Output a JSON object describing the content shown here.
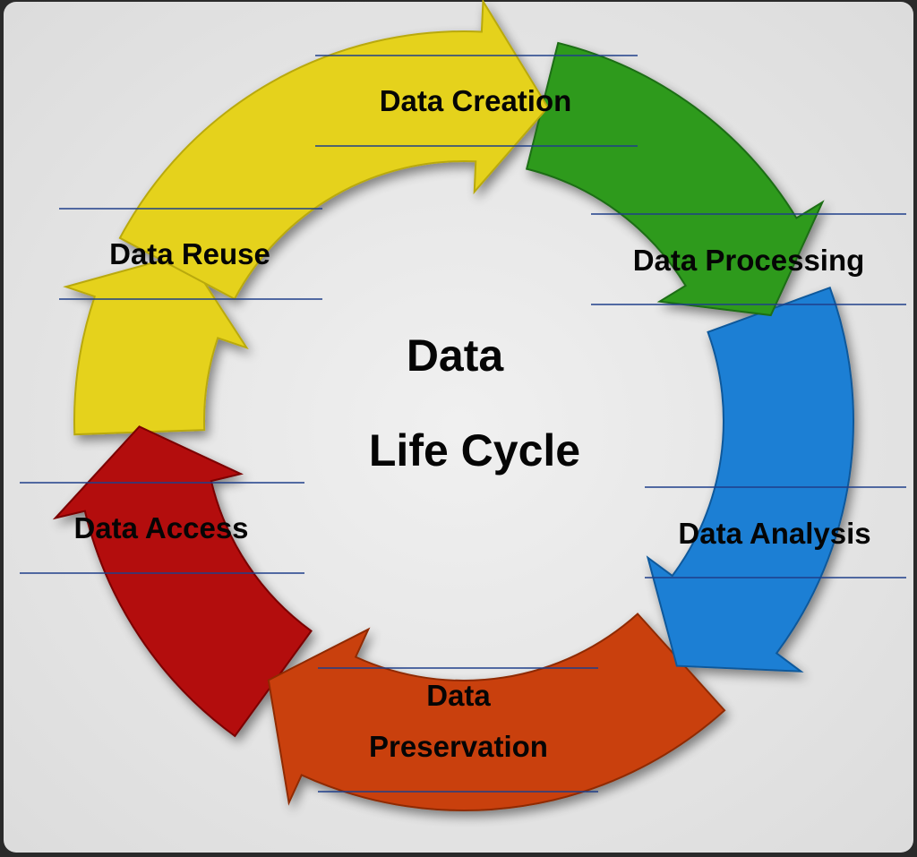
{
  "diagram": {
    "center": {
      "line1": "Data",
      "line2": "Life Cycle"
    },
    "stages": [
      {
        "id": "creation",
        "label": "Data Creation",
        "color": "#e5d21c",
        "shade": "#b9a90e"
      },
      {
        "id": "processing",
        "label": "Data Processing",
        "color": "#2e9a1f",
        "shade": "#1d6d12"
      },
      {
        "id": "analysis",
        "label": "Data Analysis",
        "color": "#1d7fd4",
        "shade": "#11599b"
      },
      {
        "id": "preservation",
        "label_line1": "Data",
        "label_line2": "Preservation",
        "color": "#c9400e",
        "shade": "#8f2a06"
      },
      {
        "id": "access",
        "label": "Data Access",
        "color": "#b30808",
        "shade": "#7a0303"
      },
      {
        "id": "reuse",
        "label": "Data Reuse",
        "color": "#e5d21c",
        "shade": "#b9a90e"
      }
    ],
    "colors": {
      "background": "#e8e8e8",
      "rule": "#1f3f8a",
      "text": "#050505"
    }
  }
}
